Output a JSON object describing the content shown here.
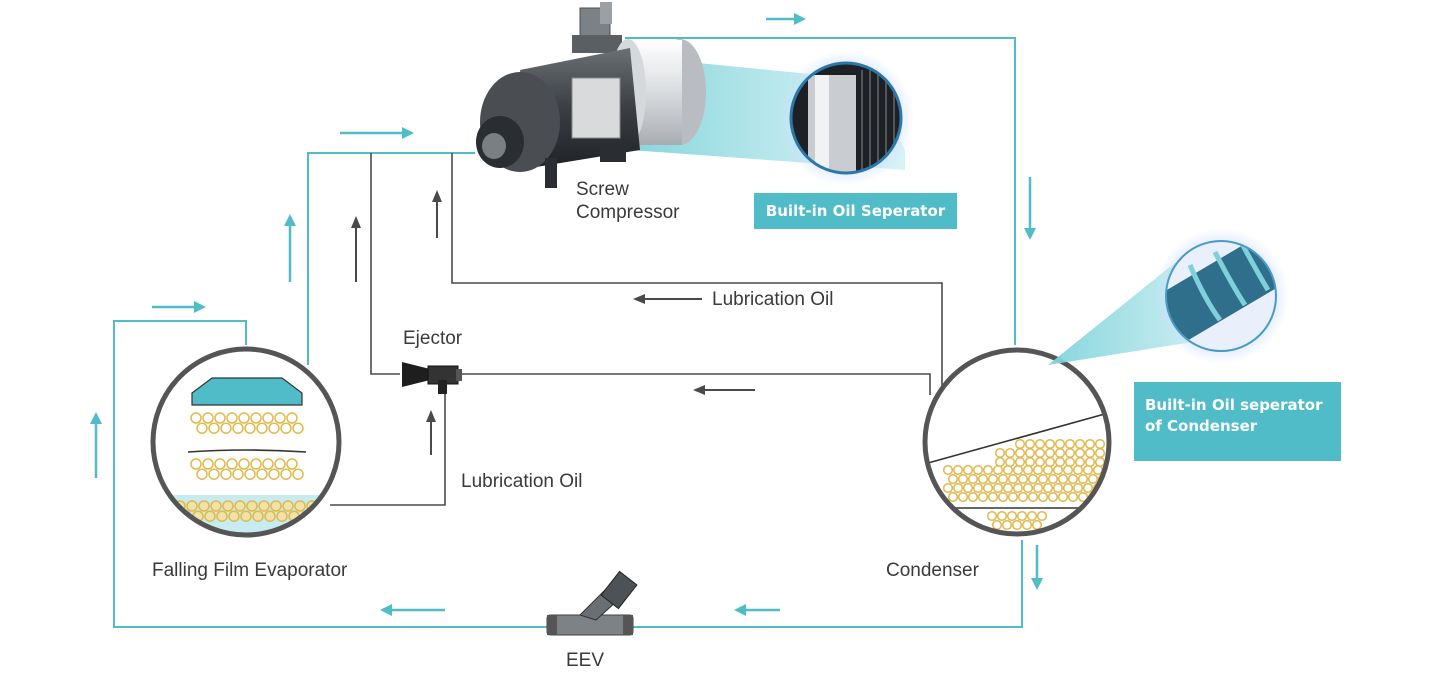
{
  "labels": {
    "compressor": "Screw\nCompressor",
    "lubrication_oil_top": "Lubrication Oil",
    "lubrication_oil_bottom": "Lubrication Oil",
    "ejector": "Ejector",
    "evaporator": "Falling Film Evaporator",
    "condenser": "Condenser",
    "eev": "EEV"
  },
  "callouts": {
    "compressor_oil_separator": "Built-in Oil Seperator",
    "condenser_oil_separator": "Built-in Oil seperator\nof Condenser"
  },
  "colors": {
    "refrigerant_line": "#4fbcc8",
    "oil_line": "#4a4a4a",
    "callout_bg": "#4fbcc8",
    "tube": "#e6c25a"
  }
}
